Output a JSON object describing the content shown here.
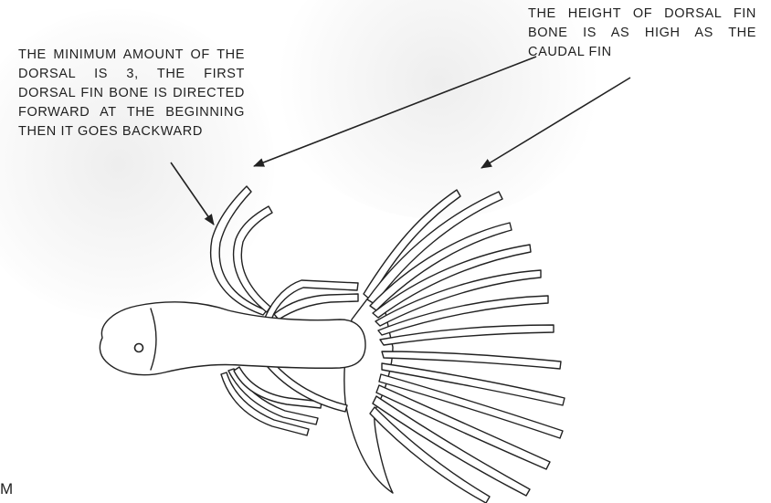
{
  "annotations": {
    "left": "THE MINIMUM AMOUNT OF THE DORSAL IS 3, THE FIRST DORSAL FIN BONE IS DIRECTED FORWARD AT THE BEGINNING THEN IT GOES BACKWARD",
    "right": "THE HEIGHT OF DORSAL FIN BONE IS AS HIGH AS THE CAUDAL FIN"
  },
  "corner_letter": "M",
  "colors": {
    "outline": "#222222",
    "text": "#1f1f1f",
    "background": "#ffffff"
  }
}
